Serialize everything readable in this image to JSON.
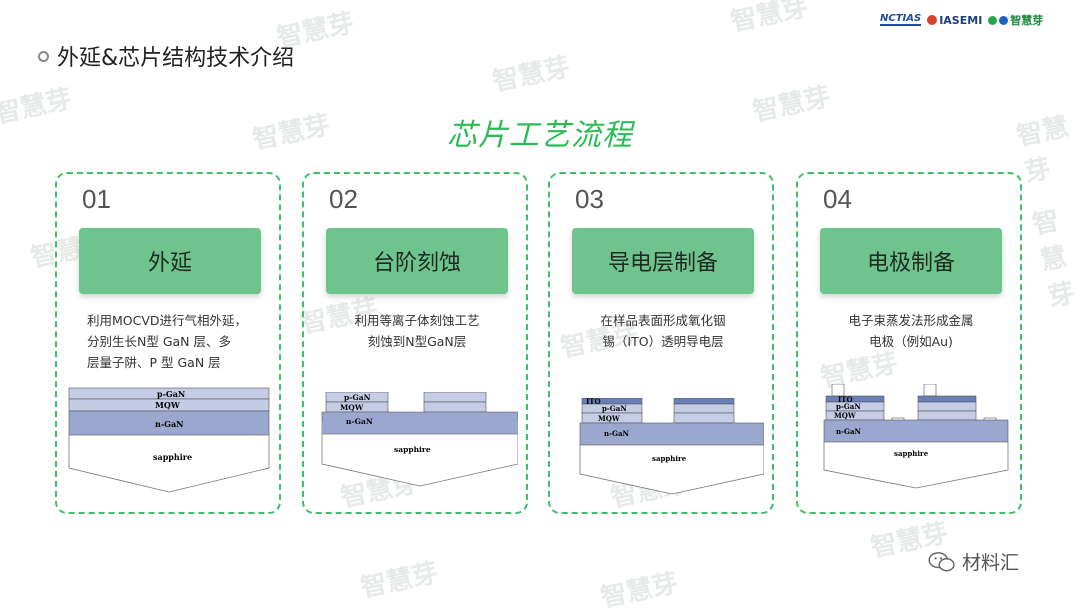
{
  "header": {
    "title": "外延&芯片结构技术介绍",
    "logos": [
      "NCTIAS",
      "IASEMI",
      "智慧芽"
    ]
  },
  "watermark": "智慧芽",
  "process_title": "芯片工艺流程",
  "steps": [
    {
      "number": "01",
      "name": "外延",
      "desc_lines": [
        "利用MOCVD进行气相外延，",
        "分别生长N型 GaN 层、多",
        "层量子阱、P 型 GaN 层"
      ],
      "layers": [
        "p-GaN",
        "MQW",
        "n-GaN",
        "sapphire"
      ]
    },
    {
      "number": "02",
      "name": "台阶刻蚀",
      "desc_lines": [
        "利用等离子体刻蚀工艺",
        "刻蚀到N型GaN层"
      ],
      "layers": [
        "p-GaN",
        "MQW",
        "n-GaN",
        "sapphire"
      ]
    },
    {
      "number": "03",
      "name": "导电层制备",
      "desc_lines": [
        "在样品表面形成氧化铟",
        "锡（ITO）透明导电层"
      ],
      "layers": [
        "ITO",
        "p-GaN",
        "MQW",
        "n-GaN",
        "sapphire"
      ]
    },
    {
      "number": "04",
      "name": "电极制备",
      "desc_lines": [
        "电子束蒸发法形成金属",
        "电极（例如Au)"
      ],
      "layers": [
        "ITO",
        "p-GaN",
        "MQW",
        "n-GaN",
        "sapphire"
      ]
    }
  ],
  "footer": {
    "brand": "材料汇"
  },
  "colors": {
    "accent": "#2dbb56",
    "step_fill": "#6fc48d",
    "border": "#3fbf6a",
    "layer_dark": "#9aa8cf",
    "layer_light": "#c5cce6"
  }
}
